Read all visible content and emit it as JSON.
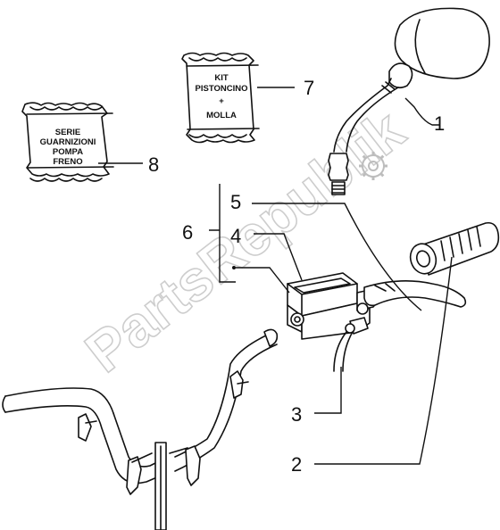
{
  "watermark": "PartsRepublik",
  "callouts": {
    "c1": "1",
    "c2": "2",
    "c3": "3",
    "c4": "4",
    "c5": "5",
    "c6": "6",
    "c7": "7",
    "c8": "8"
  },
  "bags": {
    "kit": {
      "line1": "KIT",
      "line2": "PISTONCINO",
      "line3": "+",
      "line4": "MOLLA"
    },
    "serie": {
      "line1": "SERIE",
      "line2": "GUARNIZIONI",
      "line3": "POMPA",
      "line4": "FRENO"
    }
  }
}
